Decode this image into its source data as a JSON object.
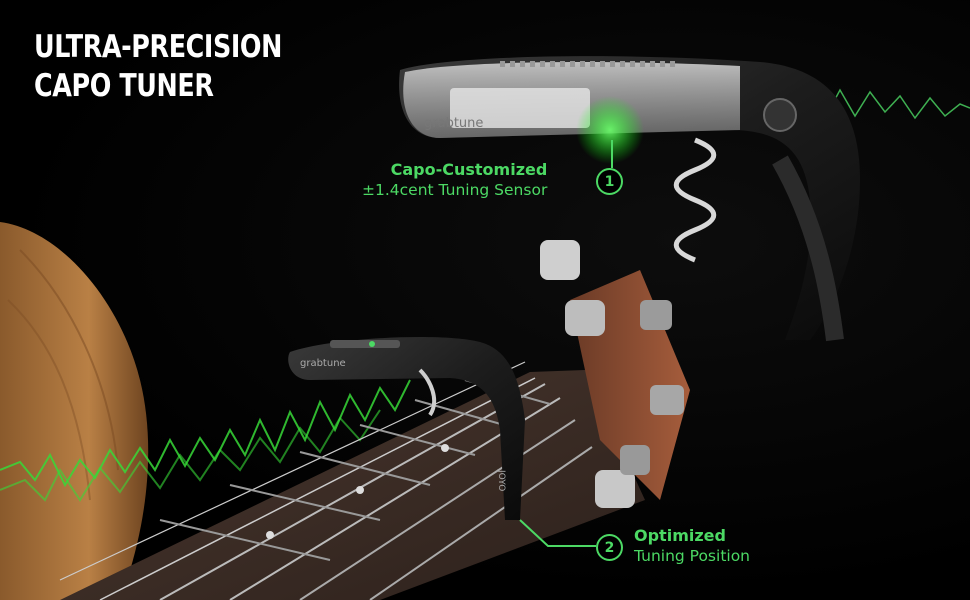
{
  "headline": {
    "line1": "ULTRA-PRECISION",
    "line2": "CAPO TUNER"
  },
  "callouts": [
    {
      "number": "1",
      "title": "Capo-Customized",
      "subtitle": "±1.4cent Tuning Sensor"
    },
    {
      "number": "2",
      "title": "Optimized",
      "subtitle": "Tuning Position"
    }
  ],
  "product": {
    "brand_small": "grabtune",
    "brand_large": "grabtune",
    "maker_mark": "JOYO"
  },
  "colors": {
    "accent_green": "#4cd964",
    "background": "#000000",
    "wood": "#a9703a",
    "fretboard": "#3a2b25"
  }
}
